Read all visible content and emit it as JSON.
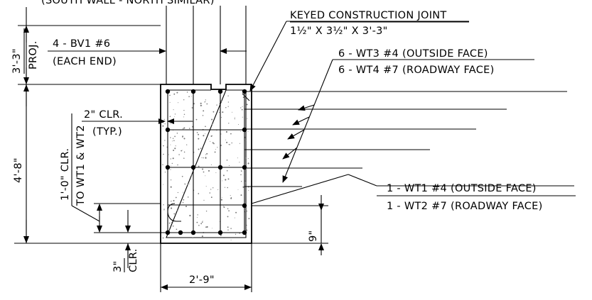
{
  "header_partial": "(SOUTH WALL - NORTH SIMILAR)",
  "labels": {
    "keyed_joint_title": "KEYED CONSTRUCTION JOINT",
    "keyed_joint_dims": "1½\" X 3½\" X 3'-3\"",
    "wt3": "6 - WT3 #4 (OUTSIDE FACE)",
    "wt4": "6 - WT4 #7 (ROADWAY FACE)",
    "bv1": "4 - BV1 #6",
    "bv1_sub": "(EACH END)",
    "proj_dim": "3'-3\"",
    "proj_word": "PROJ.",
    "height_dim": "4'-8\"",
    "clr_2in": "2\" CLR.",
    "typ": "(TYP.)",
    "clr_1ft": "1'-0\" CLR.",
    "to_wt": "TO WT1 & WT2",
    "wt1": "1 - WT1 #4 (OUTSIDE FACE)",
    "wt2": "1 - WT2 #7 (ROADWAY FACE)",
    "nine_in": "9\"",
    "three_in": "3\"",
    "clr_bottom": "CLR.",
    "width_dim": "2'-9\""
  }
}
